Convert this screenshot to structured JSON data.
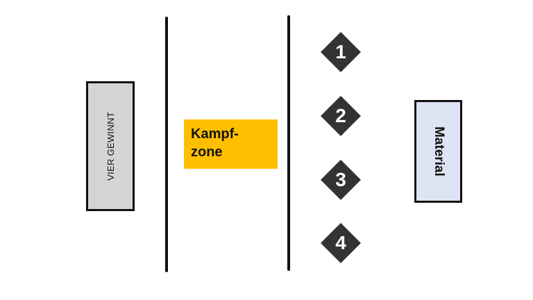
{
  "left_box": {
    "label": "VIER GEWINNT"
  },
  "center_box": {
    "label": "Kampf-\nzone"
  },
  "right_box": {
    "label": "Material"
  },
  "markers": [
    {
      "label": "1",
      "icon": "diamond-icon"
    },
    {
      "label": "2",
      "icon": "diamond-icon"
    },
    {
      "label": "3",
      "icon": "diamond-icon"
    },
    {
      "label": "4",
      "icon": "diamond-icon"
    }
  ],
  "colors": {
    "background": "#ffffff",
    "divider": "#111111",
    "left_box_fill": "#d4d4d4",
    "center_box_fill": "#ffbf00",
    "right_box_fill": "#dde4f3",
    "marker_fill": "#333333",
    "marker_text": "#ffffff"
  }
}
